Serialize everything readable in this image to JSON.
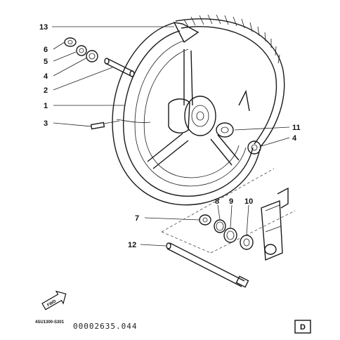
{
  "diagram": {
    "callouts": [
      {
        "id": "c13",
        "label": "13"
      },
      {
        "id": "c6",
        "label": "6"
      },
      {
        "id": "c5",
        "label": "5"
      },
      {
        "id": "c4a",
        "label": "4"
      },
      {
        "id": "c2",
        "label": "2"
      },
      {
        "id": "c1",
        "label": "1"
      },
      {
        "id": "c3",
        "label": "3"
      },
      {
        "id": "c11",
        "label": "11"
      },
      {
        "id": "c4b",
        "label": "4"
      },
      {
        "id": "c7",
        "label": "7"
      },
      {
        "id": "c8",
        "label": "8"
      },
      {
        "id": "c9",
        "label": "9"
      },
      {
        "id": "c10",
        "label": "10"
      },
      {
        "id": "c12",
        "label": "12"
      }
    ],
    "fwd_label": "FWD",
    "part_code": "4SU1300-S301",
    "serial": "00002635.044",
    "corner_mark": "D"
  }
}
